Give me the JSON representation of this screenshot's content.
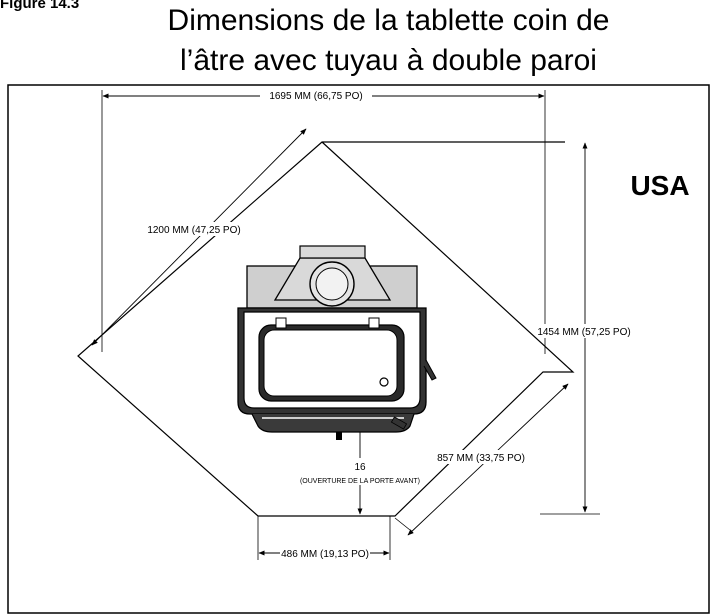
{
  "figure_label": "Figure 14.3",
  "title_line1": "Dimensions de la tablette coin de",
  "title_line2": "l’âtre avec tuyau à double paroi",
  "region_label": "USA",
  "dimensions": {
    "overall_width": "1695 MM (66,75 PO)",
    "diagonal_side": "1200 MM (47,25 PO)",
    "overall_depth": "1454 MM (57,25 PO)",
    "front_side": "857 MM (33,75 PO)",
    "front_edge": "486 MM (19,13 PO)",
    "door_clearance_value": "16",
    "door_clearance_note": "(OUVERTURE DE LA PORTE AVANT)"
  }
}
